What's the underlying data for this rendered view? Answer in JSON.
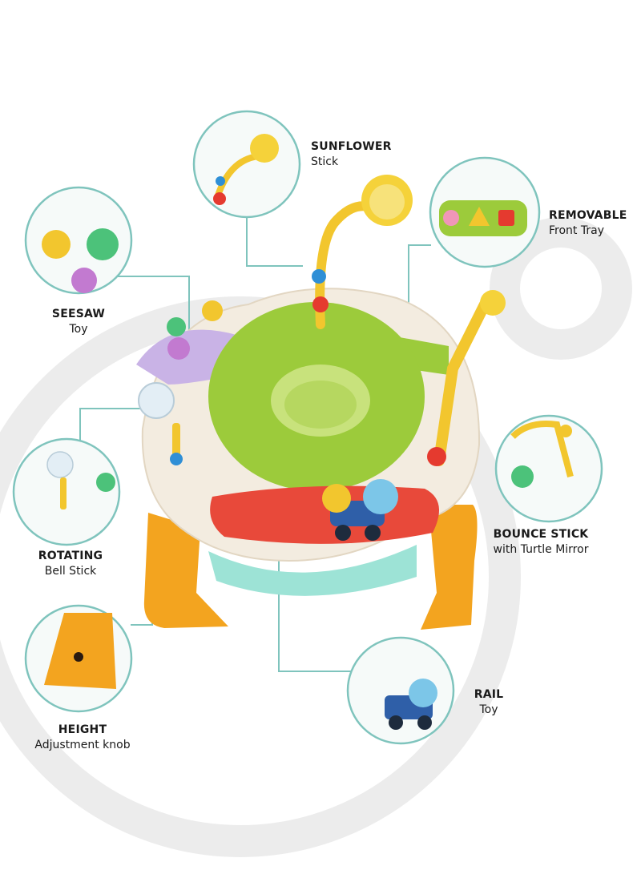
{
  "colors": {
    "line": "#7fc4bd",
    "ring": "#7fc4bd",
    "text": "#1a1a1a",
    "backdrop": "#ececec",
    "base": "#f3ece0",
    "tray": "#e8493a",
    "legs": "#f3a41f",
    "seat": "#9ccb3b",
    "mat": "#9de3d6"
  },
  "callouts": [
    {
      "id": "sunflower",
      "title": "SUNFLOWER",
      "subtitle": "Stick"
    },
    {
      "id": "removable",
      "title": "REMOVABLE",
      "subtitle": "Front Tray"
    },
    {
      "id": "seesaw",
      "title": "SEESAW",
      "subtitle": "Toy"
    },
    {
      "id": "rotating",
      "title": "ROTATING",
      "subtitle": "Bell Stick"
    },
    {
      "id": "bounce",
      "title": "BOUNCE STICK",
      "subtitle": "with Turtle Mirror"
    },
    {
      "id": "rail",
      "title": "RAIL",
      "subtitle": "Toy"
    },
    {
      "id": "height",
      "title": "HEIGHT",
      "subtitle": "Adjustment knob"
    }
  ]
}
